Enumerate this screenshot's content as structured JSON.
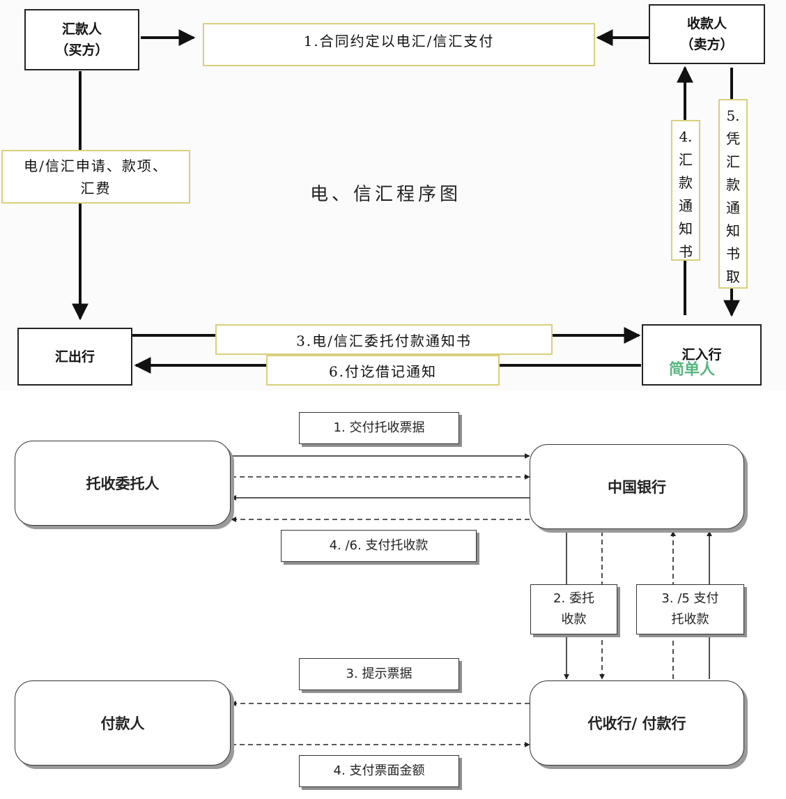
{
  "remittance_diagram": {
    "title": "电、信汇程序图",
    "remitter": {
      "line1": "汇款人",
      "line2": "（买方）"
    },
    "payee": {
      "line1": "收款人",
      "line2": "（卖方）"
    },
    "remitting_bank": "汇出行",
    "paying_bank": "汇入行",
    "watermark": "简单人",
    "steps": {
      "contract": "1.合同约定以电汇/信汇支付",
      "application": {
        "line1": "电/信汇申请、款项、",
        "line2": "汇费"
      },
      "payment_order": "3.电/信汇委托付款通知书",
      "debit_advice": "6.付讫借记通知",
      "notice": [
        "4.",
        "汇",
        "款",
        "通",
        "知",
        "书"
      ],
      "collect": [
        "5.",
        "凭",
        "汇",
        "款",
        "通",
        "知",
        "书",
        "取"
      ]
    }
  },
  "collection_diagram": {
    "principal": "托收委托人",
    "boc": "中国银行",
    "payer": "付款人",
    "collecting_bank": "代收行/ 付款行",
    "steps": {
      "deliver_docs": "1. 交付托收票据",
      "pay_proceeds": "4. /6. 支付托收款",
      "entrust": {
        "line1": "2. 委托",
        "line2": "收款"
      },
      "remit": {
        "line1": "3. /5 支付",
        "line2": "托收款"
      },
      "present_docs": "3. 提示票据",
      "pay_face_value": "4. 支付票面金额"
    }
  },
  "colors": {
    "label_border": "#d8cf7a",
    "watermark": "#1e9e55",
    "shadow": "#9a9a9a"
  }
}
